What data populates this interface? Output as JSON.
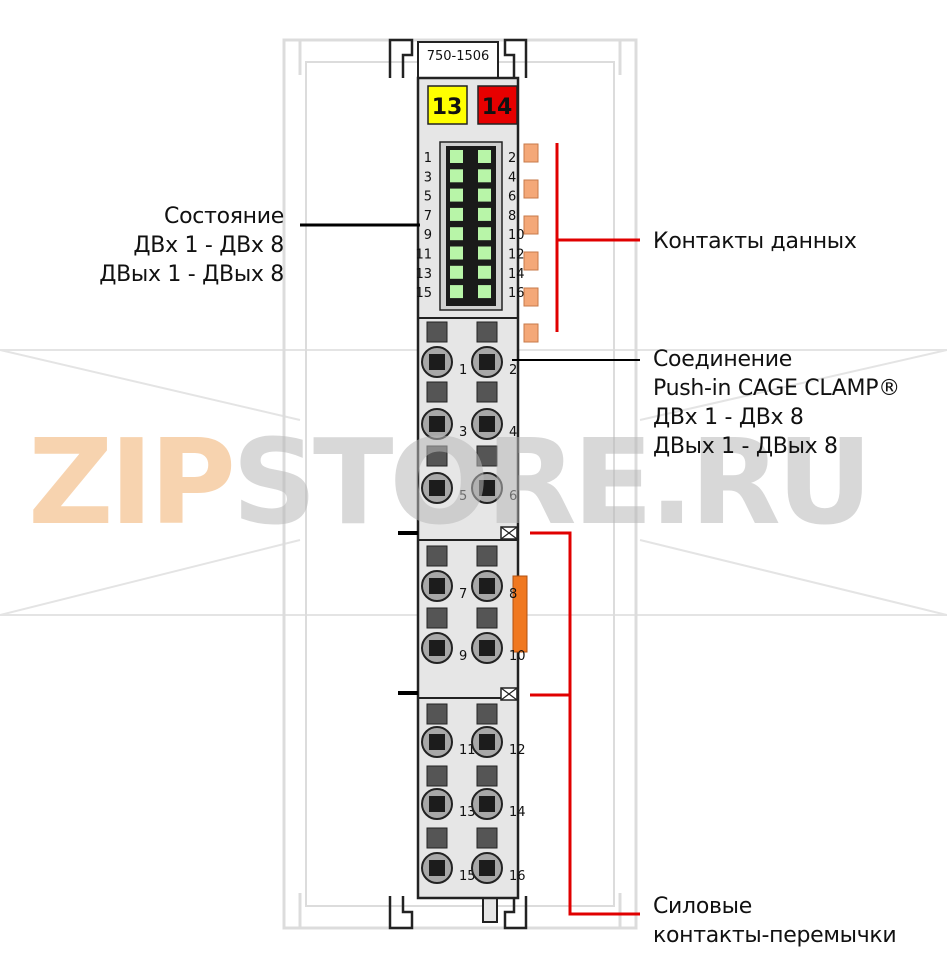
{
  "module": {
    "part_number": "750-1506",
    "badge_left": "13",
    "badge_right": "14",
    "badge_left_color": "#ffff00",
    "badge_right_color": "#e60000",
    "led_color": "#b8f5a8",
    "body_color": "#e6e6e6",
    "jumper_color": "#f07820",
    "data_contact_color": "#f4a878",
    "led_left_numbers": [
      "1",
      "3",
      "5",
      "7",
      "9",
      "11",
      "13",
      "15"
    ],
    "led_right_numbers": [
      "2",
      "4",
      "6",
      "8",
      "10",
      "12",
      "14",
      "16"
    ],
    "terminal_numbers": [
      [
        "1",
        "2"
      ],
      [
        "3",
        "4"
      ],
      [
        "5",
        "6"
      ],
      [
        "7",
        "8"
      ],
      [
        "9",
        "10"
      ],
      [
        "11",
        "12"
      ],
      [
        "13",
        "14"
      ],
      [
        "15",
        "16"
      ]
    ]
  },
  "labels": {
    "status": [
      "Состояние",
      "ДВх 1 - ДВх 8",
      "ДВых 1 - ДВых 8"
    ],
    "data_contacts": "Контакты данных",
    "connection": [
      "Соединение",
      "Push-in CAGE CLAMP®",
      "ДВх 1 - ДВх 8",
      "ДВых 1 - ДВых 8"
    ],
    "power_jumpers": [
      "Силовые",
      "контакты-перемычки"
    ]
  },
  "watermark": {
    "part1": "ZIP",
    "part2": "STORE.RU"
  },
  "colors": {
    "leader_black": "#000000",
    "leader_red": "#e00000"
  }
}
